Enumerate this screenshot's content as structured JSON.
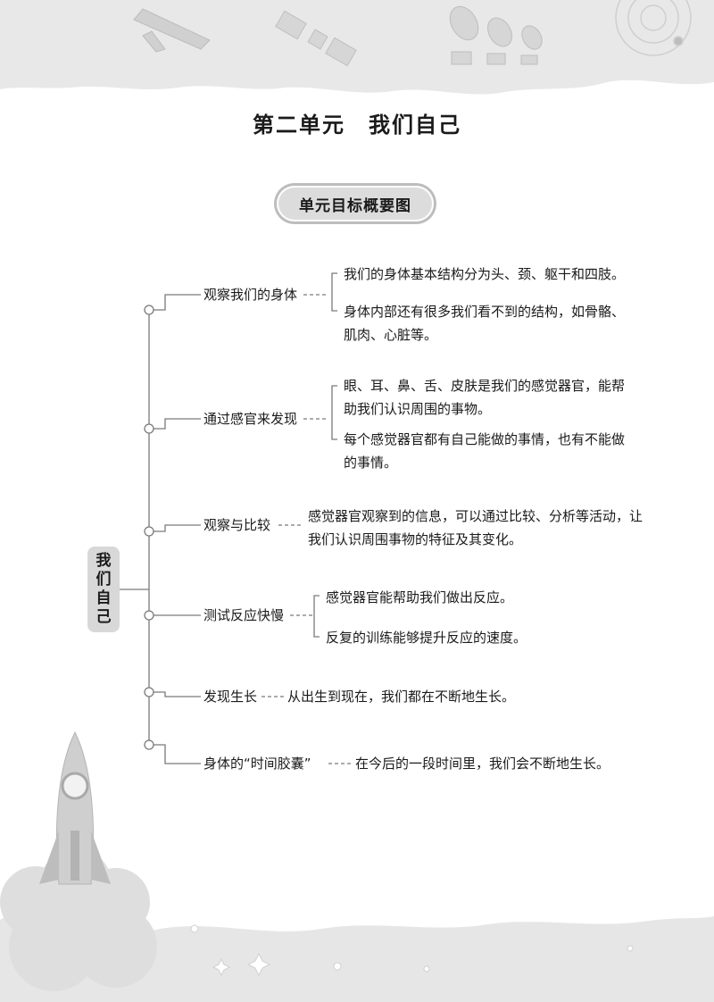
{
  "page": {
    "title_part1": "第二单元",
    "title_part2": "我们自己",
    "section_label": "单元目标概要图"
  },
  "mindmap": {
    "root": [
      "我",
      "们",
      "自",
      "己"
    ],
    "branches": [
      {
        "label": "观察我们的身体",
        "items": [
          "我们的身体基本结构分为头、颈、躯干和四肢。",
          "身体内部还有很多我们看不到的结构，如骨骼、肌肉、心脏等。"
        ]
      },
      {
        "label": "通过感官来发现",
        "items": [
          "眼、耳、鼻、舌、皮肤是我们的感觉器官，能帮助我们认识周围的事物。",
          "每个感觉器官都有自己能做的事情，也有不能做的事情。"
        ]
      },
      {
        "label": "观察与比较",
        "items": [
          "感觉器官观察到的信息，可以通过比较、分析等活动，让我们认识周围事物的特征及其变化。"
        ]
      },
      {
        "label": "测试反应快慢",
        "items": [
          "感觉器官能帮助我们做出反应。",
          "反复的训练能够提升反应的速度。"
        ]
      },
      {
        "label": "发现生长",
        "items": [
          "从出生到现在，我们都在不断地生长。"
        ]
      },
      {
        "label": "身体的“时间胶囊”",
        "items": [
          "在今后的一段时间里，我们会不断地生长。"
        ]
      }
    ]
  },
  "colors": {
    "decor": "#e6e6e6",
    "line": "#7a7a7a",
    "pill": "#dcdcdc"
  }
}
